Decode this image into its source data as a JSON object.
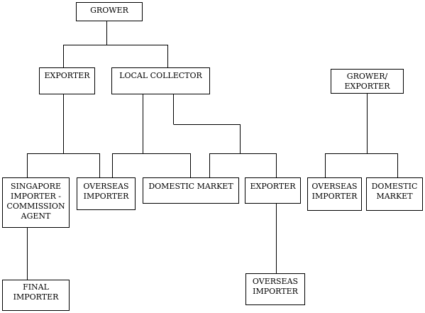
{
  "nodes": {
    "grower": "GROWER",
    "exporter_top": "EXPORTER",
    "local_collector": "LOCAL COLLECTOR",
    "grower_exporter": "GROWER/\nEXPORTER",
    "singapore_importer": "SINGAPORE\nIMPORTER -\nCOMMISSION\nAGENT",
    "overseas_importer_left": "OVERSEAS\nIMPORTER",
    "domestic_market_mid": "DOMESTIC MARKET",
    "exporter_mid": "EXPORTER",
    "overseas_importer_right": "OVERSEAS\nIMPORTER",
    "domestic_market_right": "DOMESTIC\nMARKET",
    "final_importer": "FINAL\nIMPORTER",
    "overseas_importer_bottom": "OVERSEAS\nIMPORTER"
  },
  "colors": {
    "line": "#000000",
    "box_border": "#000000",
    "background": "#ffffff"
  }
}
